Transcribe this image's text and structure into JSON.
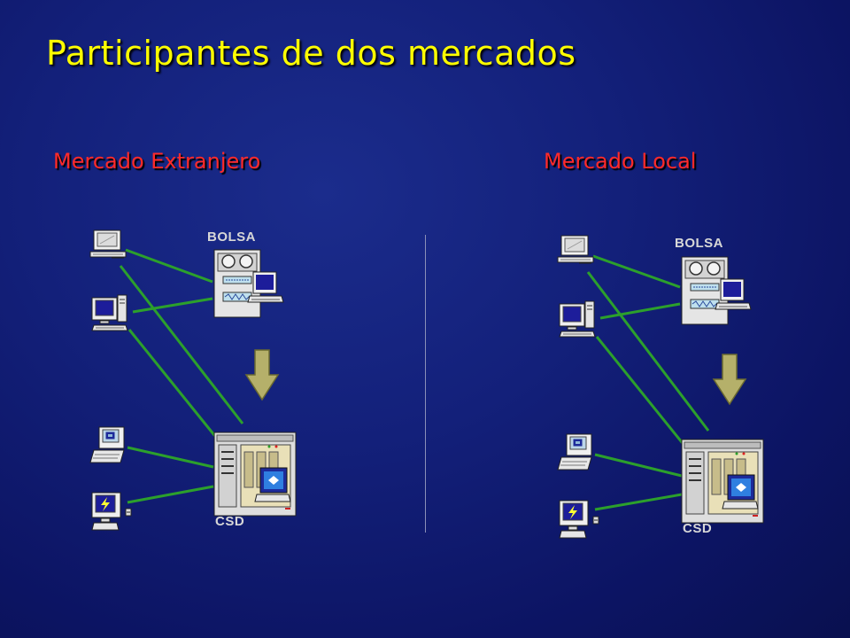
{
  "slide": {
    "title": "Participantes de dos mercados"
  },
  "panels": [
    {
      "heading": "Mercado Extranjero",
      "bolsa_label": "BOLSA",
      "csd_label": "CSD"
    },
    {
      "heading": "Mercado Local",
      "bolsa_label": "BOLSA",
      "csd_label": "CSD"
    }
  ],
  "colors": {
    "title": "#ffff00",
    "heading": "#ff2a2a",
    "connector": "#2ca02c",
    "arrow": "#b5b06a"
  },
  "icons": [
    "laptop-icon",
    "desktop-computer-icon",
    "terminal-computer-icon",
    "lightning-computer-icon",
    "bolsa-server-icon",
    "csd-mainframe-icon",
    "down-arrow-icon"
  ]
}
